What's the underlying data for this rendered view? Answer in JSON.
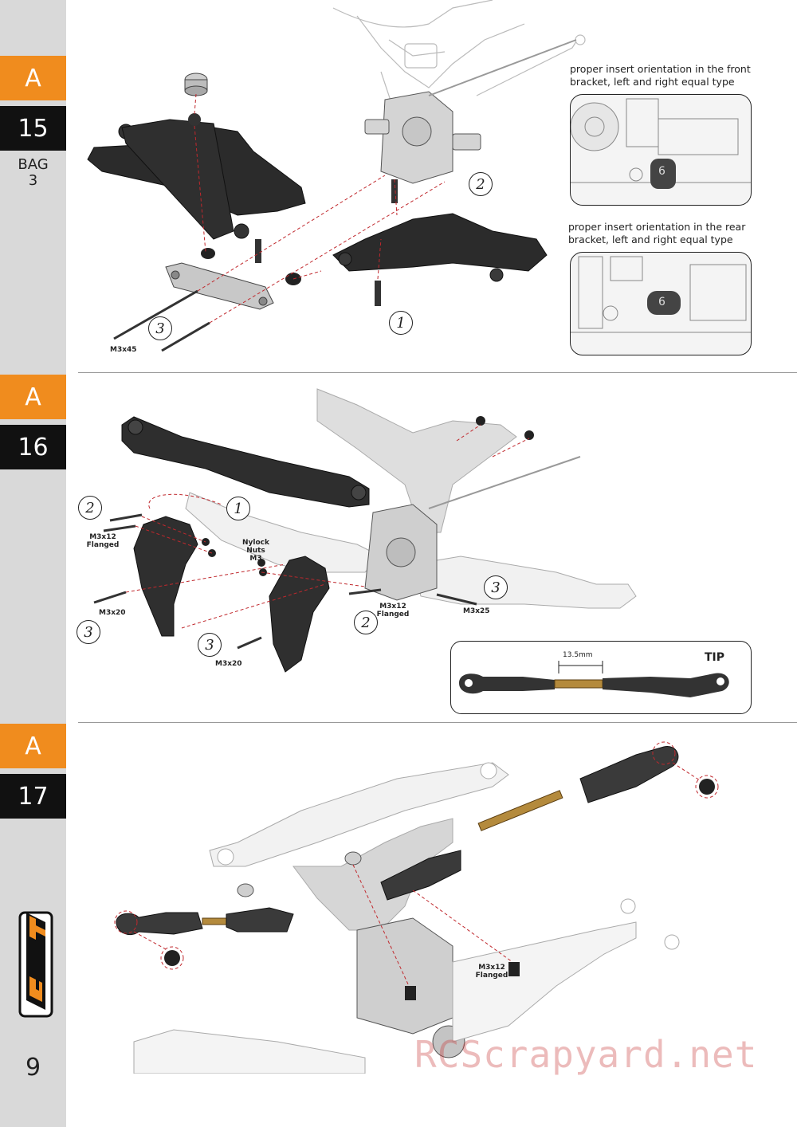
{
  "sidebar": {
    "steps": [
      {
        "letter": "A",
        "number": "15",
        "bag": "BAG",
        "bag_num": "3"
      },
      {
        "letter": "A",
        "number": "16"
      },
      {
        "letter": "A",
        "number": "17"
      }
    ],
    "page_number": "9",
    "logo_icon": "cobra-gt-logo-icon"
  },
  "step15": {
    "note_front": "proper insert orientation in the front bracket, left and right equal type",
    "note_rear": "proper insert orientation in the rear bracket, left and right equal type",
    "insert_front": "6",
    "insert_rear": "6",
    "screw_label": "M3x45",
    "callouts": [
      "1",
      "2",
      "3"
    ]
  },
  "step16": {
    "labels": {
      "flanged_a_1": "M3x12",
      "flanged_a_2": "Flanged",
      "nylock_1": "Nylock Nuts",
      "nylock_2": "M3",
      "m3x20_left": "M3x20",
      "m3x20_bottom": "M3x20",
      "flanged_b_1": "M3x12",
      "flanged_b_2": "Flanged",
      "m3x25": "M3x25"
    },
    "callouts": [
      "1",
      "2",
      "2",
      "3",
      "3",
      "3"
    ],
    "tip": {
      "label": "TIP",
      "dimension": "13.5mm"
    }
  },
  "step17": {
    "label_1": "M3x12",
    "label_2": "Flanged"
  },
  "watermark": "RCScrapyard.net",
  "colors": {
    "accent": "#f08c1e",
    "dark": "#111111",
    "sidebar": "#d9d9d9",
    "guide": "#c0282d"
  }
}
